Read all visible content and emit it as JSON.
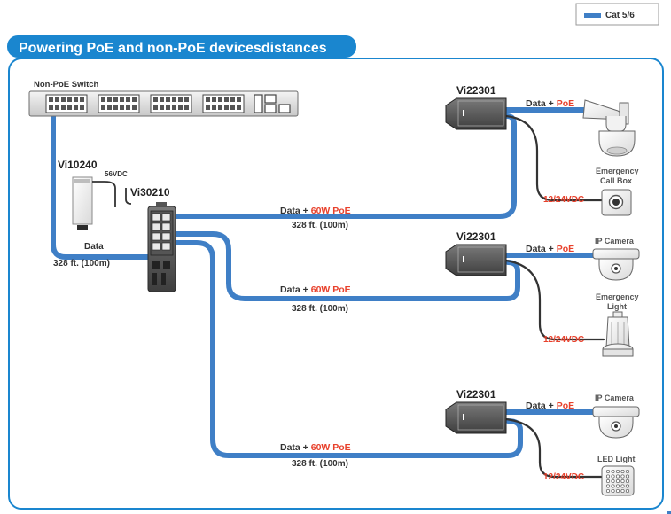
{
  "legend": {
    "label": "Cat 5/6",
    "color": "#3f7fc6"
  },
  "title": "Powering PoE and non-PoE devicesdistances",
  "colors": {
    "accent": "#1a86cf",
    "poe": "#e8412c",
    "cable": "#3f7fc6",
    "power": "#333333"
  },
  "switch": {
    "label": "Non-PoE Switch"
  },
  "power_supply": {
    "model": "Vi10240",
    "voltage": "56VDC"
  },
  "injector": {
    "model": "Vi30210"
  },
  "uplink": {
    "text": "Data",
    "distance": "328 ft. (100m)"
  },
  "runs": [
    {
      "data": "Data + ",
      "poe": "60W PoE",
      "distance": "328 ft. (100m)"
    },
    {
      "data": "Data + ",
      "poe": "60W PoE",
      "distance": "328 ft. (100m)"
    },
    {
      "data": "Data + ",
      "poe": "60W PoE",
      "distance": "328 ft. (100m)"
    }
  ],
  "splitters": [
    {
      "model": "Vi22301",
      "data": "Data + ",
      "poe": "PoE",
      "dc": "12/24VDC",
      "poe_device": "",
      "dc_device_l1": "Emergency",
      "dc_device_l2": "Call Box"
    },
    {
      "model": "Vi22301",
      "data": "Data + ",
      "poe": "PoE",
      "dc": "12/24VDC",
      "poe_device": "IP Camera",
      "dc_device_l1": "Emergency",
      "dc_device_l2": "Light"
    },
    {
      "model": "Vi22301",
      "data": "Data + ",
      "poe": "PoE",
      "dc": "12/24VDC",
      "poe_device": "IP Camera",
      "dc_device_l1": "LED Light",
      "dc_device_l2": ""
    }
  ]
}
